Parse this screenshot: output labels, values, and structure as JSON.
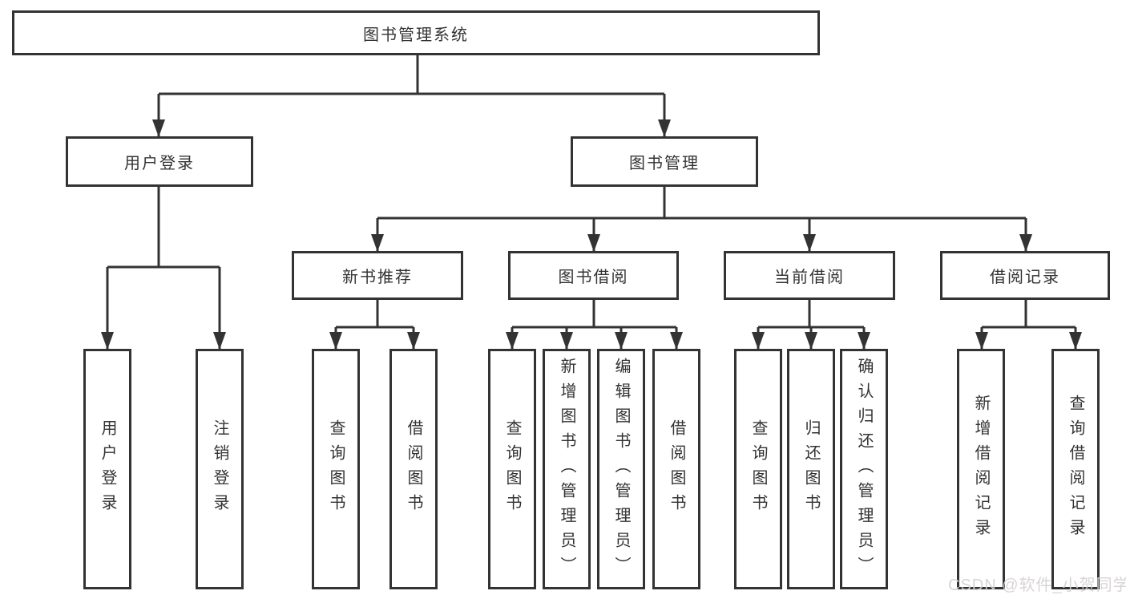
{
  "colors": {
    "line": "#333333",
    "box_border": "#333333",
    "box_fill": "#ffffff",
    "text": "#333333",
    "watermark": "#d6d2d2"
  },
  "watermark": "CSDN @软件_小贺同学",
  "tree": {
    "root": "图书管理系统",
    "login": {
      "label": "用户登录",
      "children": [
        "用户登录",
        "注销登录"
      ]
    },
    "management": {
      "label": "图书管理",
      "sections": [
        {
          "label": "新书推荐",
          "children": [
            "查询图书",
            "借阅图书"
          ]
        },
        {
          "label": "图书借阅",
          "children": [
            "查询图书",
            "新增图书（管理员）",
            "编辑图书（管理员）",
            "借阅图书"
          ]
        },
        {
          "label": "当前借阅",
          "children": [
            "查询图书",
            "归还图书",
            "确认归还（管理员）"
          ]
        },
        {
          "label": "借阅记录",
          "children": [
            "新增借阅记录",
            "查询借阅记录"
          ]
        }
      ]
    }
  }
}
